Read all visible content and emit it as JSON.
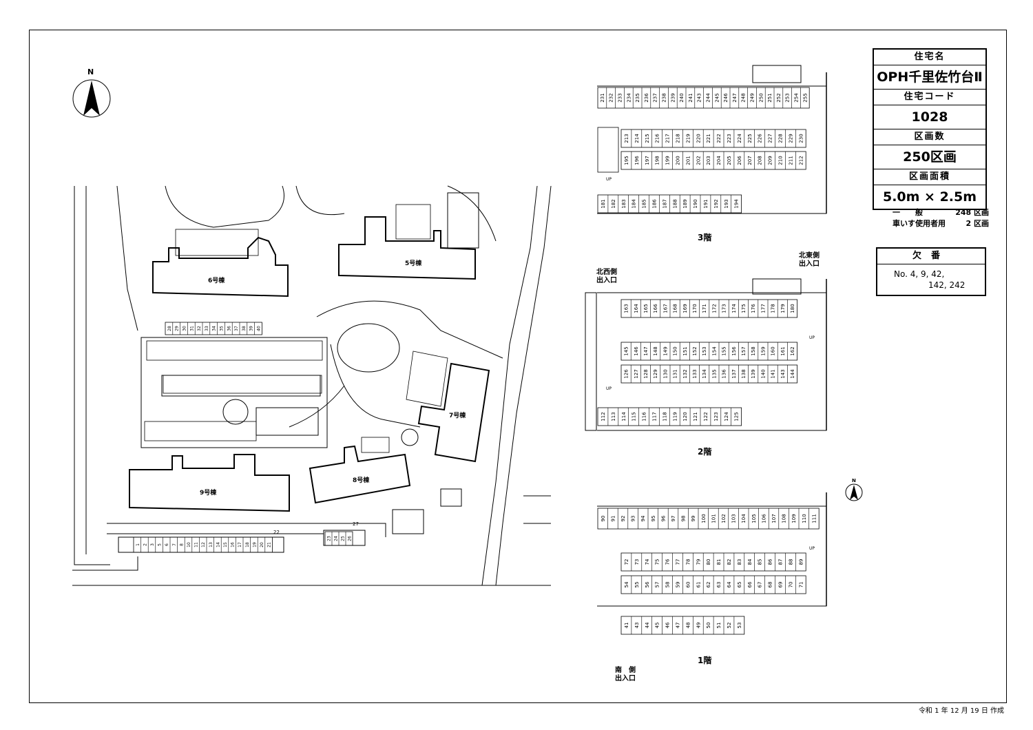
{
  "info_table": {
    "name_label": "住宅名",
    "name_value": "OPH千里佐竹台Ⅱ",
    "code_label": "住宅コード",
    "code_value": "1028",
    "count_label": "区画数",
    "count_value": "250区画",
    "area_label": "区画面積",
    "area_value": "5.0m × 2.5m"
  },
  "legend": {
    "general_label": "一　　般",
    "general_value": "248 区画",
    "wheelchair_label": "車いす使用者用",
    "wheelchair_value": "2 区画"
  },
  "missing": {
    "title": "欠番",
    "line1": "No. 4, 9, 42,",
    "line2": "142, 242"
  },
  "date_text": "令和 1 年 12 月 19 日 作成",
  "floors": {
    "f3": "3階",
    "f2": "2階",
    "f1": "1階"
  },
  "exits": {
    "northwest": "北西側\n出入口",
    "northeast": "北東側\n出入口",
    "south": "南　側\n出入口"
  },
  "buildings": {
    "b5": "5号棟",
    "b6": "6号棟",
    "b7": "7号棟",
    "b8": "8号棟",
    "b9": "9号棟"
  },
  "north_label": "N",
  "up_label": "UP",
  "site_numbers": {
    "lot22": "22",
    "lot27": "27"
  },
  "parking_rows": {
    "f3_top": [
      231,
      232,
      233,
      234,
      235,
      236,
      237,
      238,
      239,
      240,
      241,
      243,
      244,
      245,
      246,
      247,
      248,
      249,
      250,
      251,
      252,
      253,
      254,
      255
    ],
    "f3_mid_a": [
      213,
      214,
      215,
      216,
      217,
      218,
      219,
      220,
      221,
      222,
      223,
      224,
      225,
      226,
      227,
      228,
      229,
      230
    ],
    "f3_mid_b": [
      195,
      196,
      197,
      198,
      199,
      200,
      201,
      202,
      203,
      204,
      205,
      206,
      207,
      208,
      209,
      210,
      211,
      212
    ],
    "f3_bot": [
      181,
      182,
      183,
      184,
      185,
      186,
      187,
      188,
      189,
      190,
      191,
      192,
      193,
      194
    ],
    "f2_top": [
      163,
      164,
      165,
      166,
      167,
      168,
      169,
      170,
      171,
      172,
      173,
      174,
      175,
      176,
      177,
      178,
      179,
      180
    ],
    "f2_mid_a": [
      145,
      146,
      147,
      148,
      149,
      150,
      151,
      152,
      153,
      154,
      155,
      156,
      157,
      158,
      159,
      160,
      161,
      162
    ],
    "f2_mid_b": [
      126,
      127,
      128,
      129,
      130,
      131,
      132,
      133,
      134,
      135,
      136,
      137,
      138,
      139,
      140,
      141,
      143,
      144
    ],
    "f2_bot": [
      112,
      113,
      114,
      115,
      116,
      117,
      118,
      119,
      120,
      121,
      122,
      123,
      124,
      125
    ],
    "f1_top": [
      90,
      91,
      92,
      93,
      94,
      95,
      96,
      97,
      98,
      99,
      100,
      101,
      102,
      103,
      104,
      105,
      106,
      107,
      108,
      109,
      110,
      111
    ],
    "f1_mid_a": [
      72,
      73,
      74,
      75,
      76,
      77,
      78,
      79,
      80,
      81,
      82,
      83,
      84,
      85,
      86,
      87,
      88,
      89
    ],
    "f1_mid_b": [
      54,
      55,
      56,
      57,
      58,
      59,
      60,
      61,
      62,
      63,
      64,
      65,
      66,
      67,
      68,
      69,
      70,
      71
    ],
    "f1_bot": [
      41,
      43,
      44,
      45,
      46,
      47,
      48,
      49,
      50,
      51,
      52,
      53
    ],
    "site_row_a": [
      1,
      2,
      3,
      5,
      6,
      7,
      8,
      10,
      11,
      12,
      13,
      14,
      15,
      16,
      17,
      18,
      19,
      20,
      21
    ],
    "site_row_b": [
      23,
      24,
      25,
      26
    ],
    "site_row_c": [
      28,
      29,
      30,
      31,
      32,
      33,
      34,
      35,
      36,
      37,
      38,
      39,
      40
    ]
  }
}
